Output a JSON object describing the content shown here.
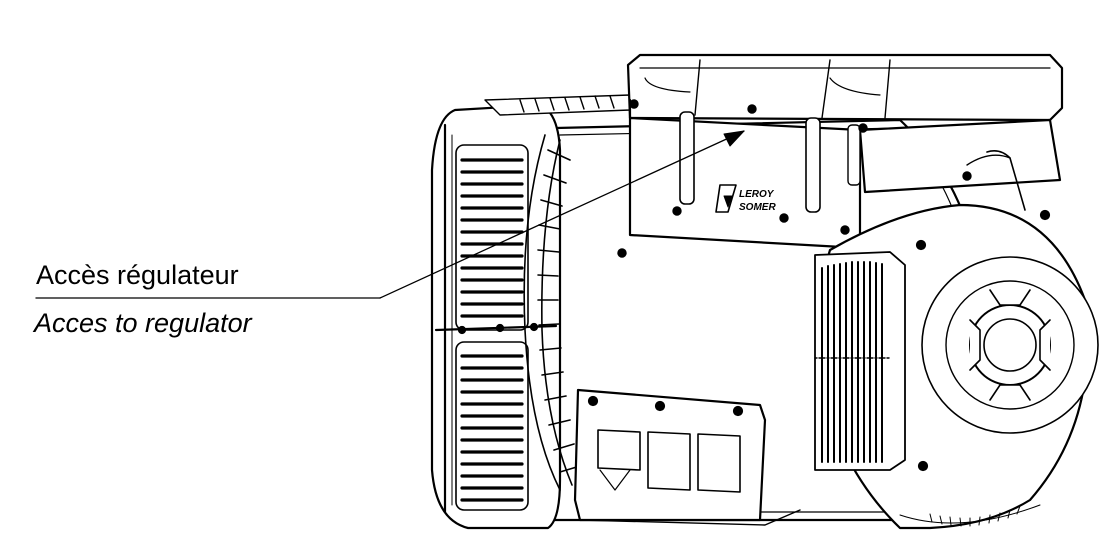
{
  "callout": {
    "label_fr": "Accès régulateur",
    "label_en": "Acces to regulator"
  },
  "brand": {
    "line1": "LEROY",
    "line2": "SOMER"
  },
  "colors": {
    "line": "#000000",
    "fill": "#ffffff"
  }
}
